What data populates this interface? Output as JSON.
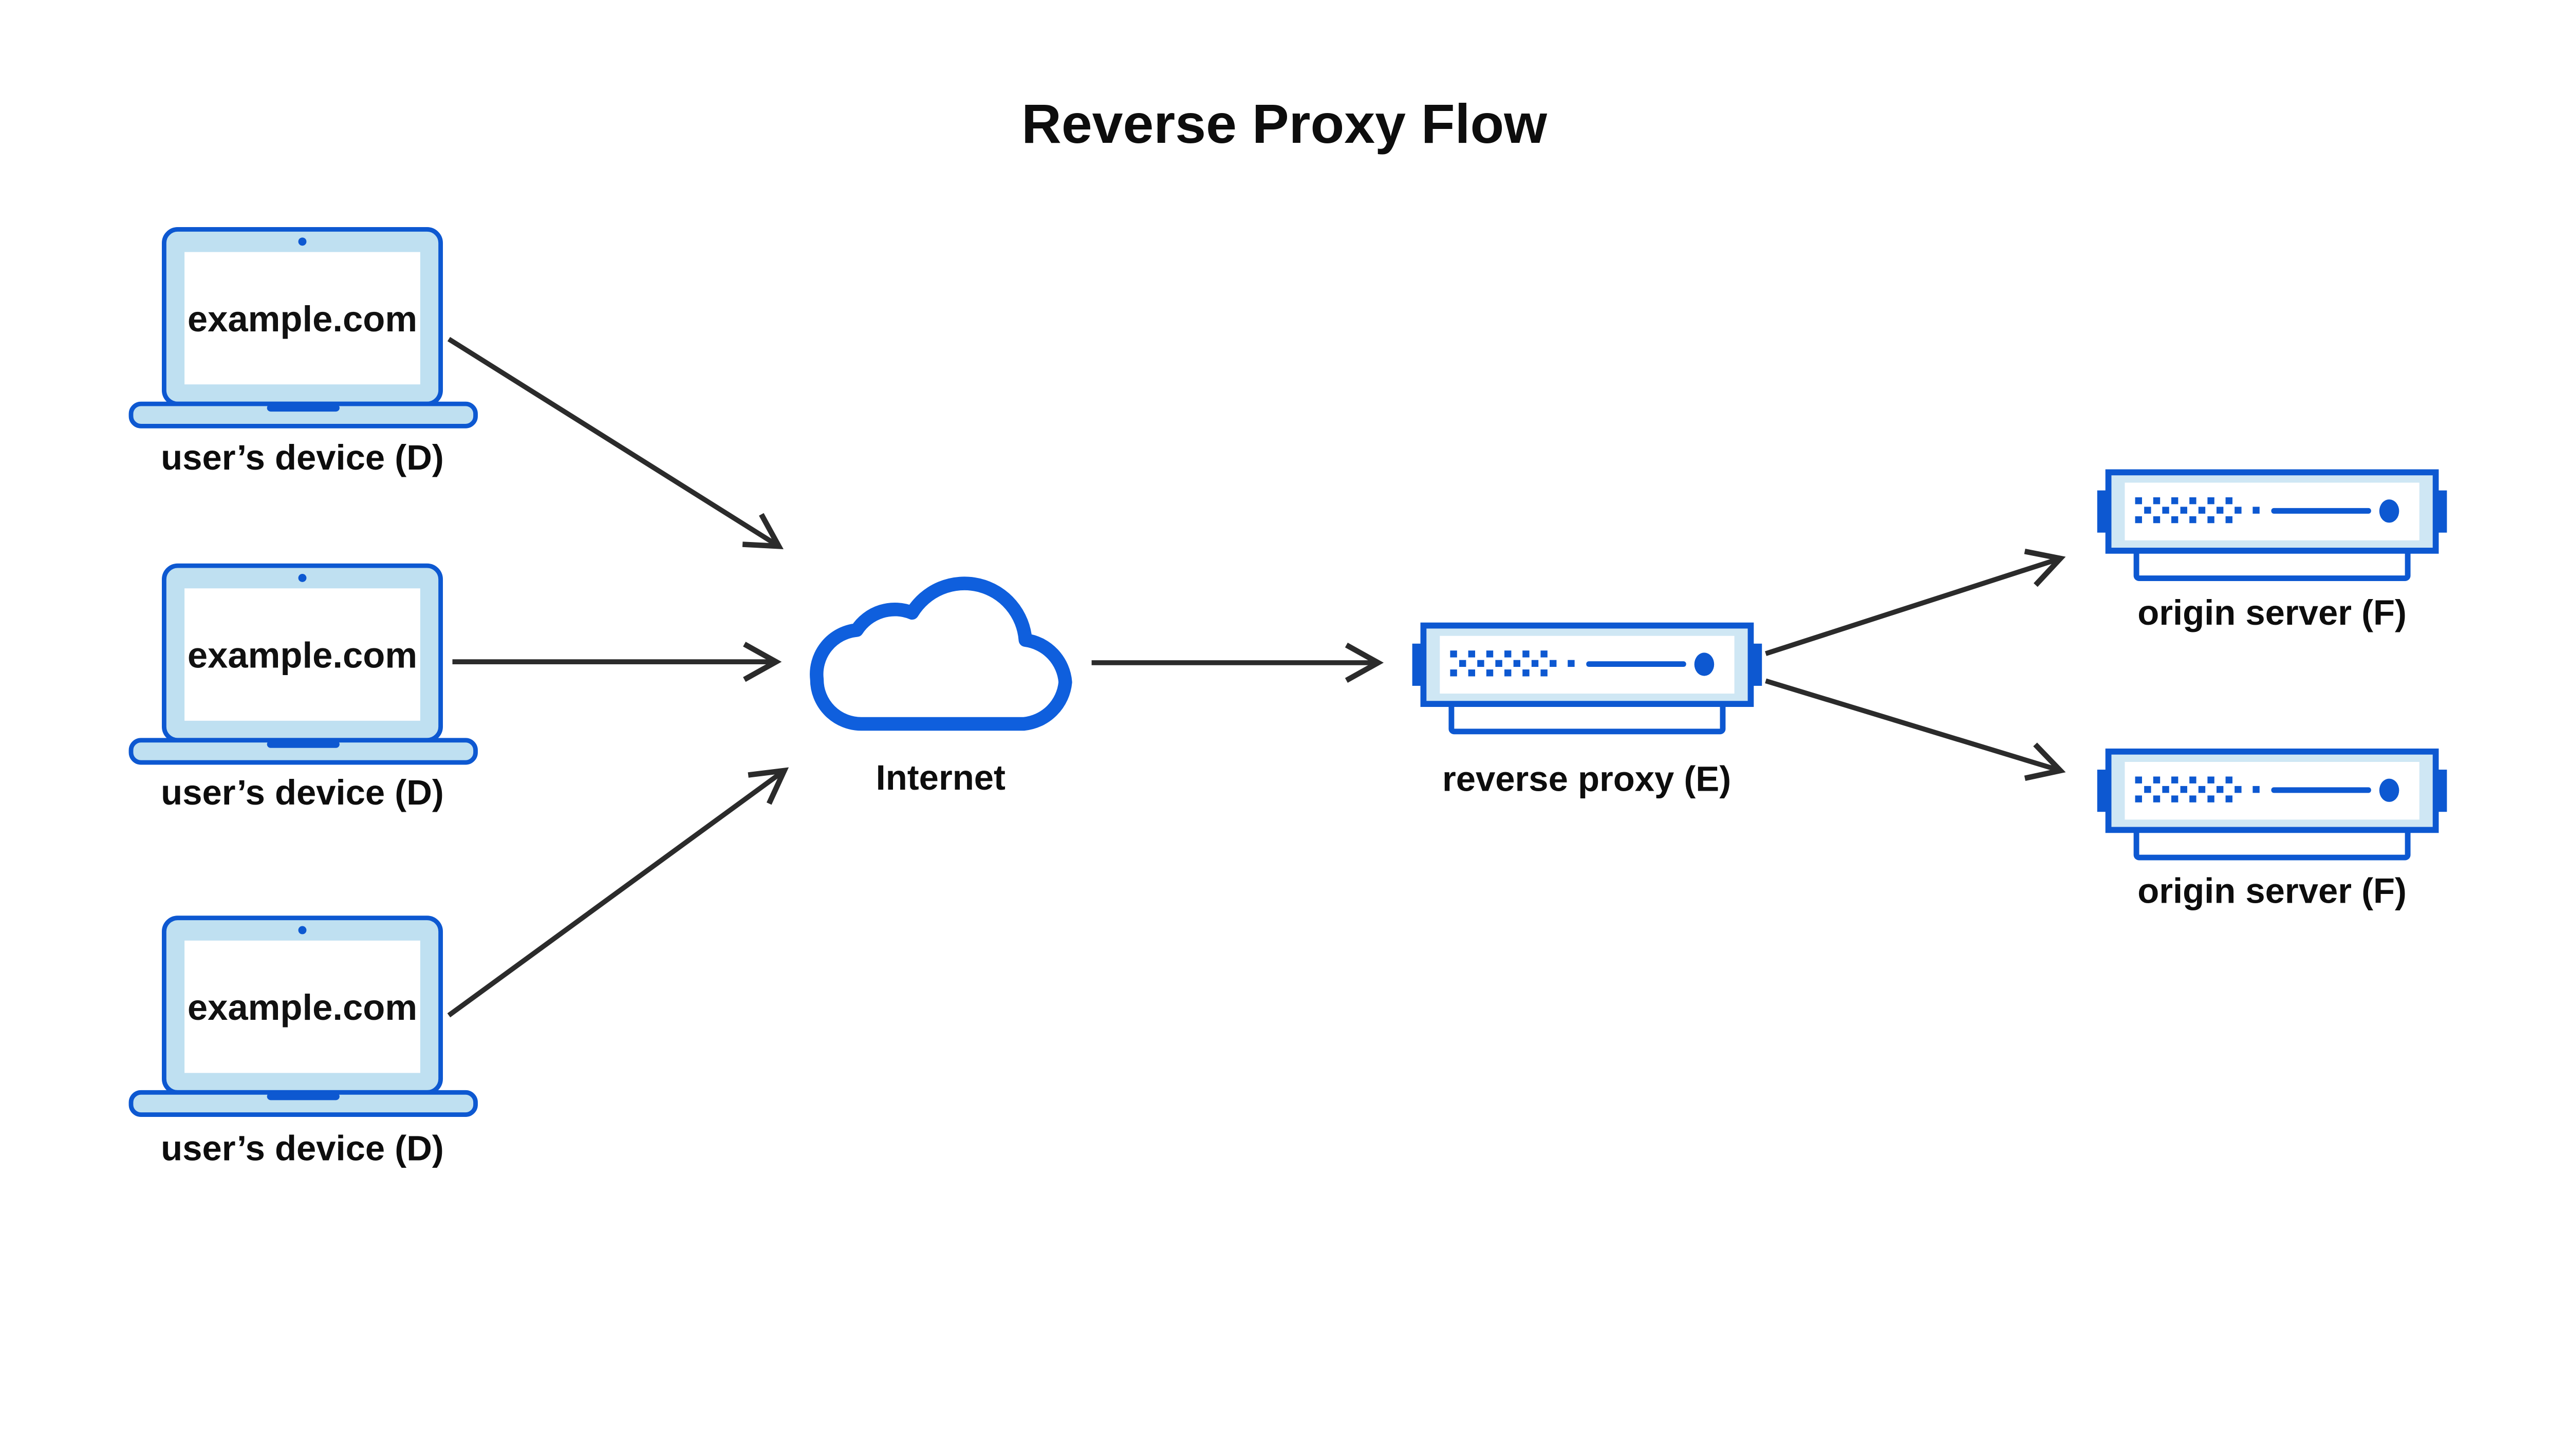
{
  "title": "Reverse Proxy Flow",
  "devices": [
    {
      "screen_text": "example.com",
      "label": "user’s device (D)"
    },
    {
      "screen_text": "example.com",
      "label": "user’s device (D)"
    },
    {
      "screen_text": "example.com",
      "label": "user’s device (D)"
    }
  ],
  "internet": {
    "label": "Internet"
  },
  "reverse_proxy": {
    "label": "reverse proxy (E)"
  },
  "origin_servers": [
    {
      "label": "origin server (F)"
    },
    {
      "label": "origin server (F)"
    }
  ],
  "colors": {
    "brand_blue": "#0d58d1",
    "cloud_blue": "#0f5fdd",
    "laptop_fill": "#bfe0f1",
    "server_fill": "#cfe7f4",
    "arrow": "#2b2b2b",
    "text": "#0d0d0d",
    "background": "#ffffff"
  }
}
